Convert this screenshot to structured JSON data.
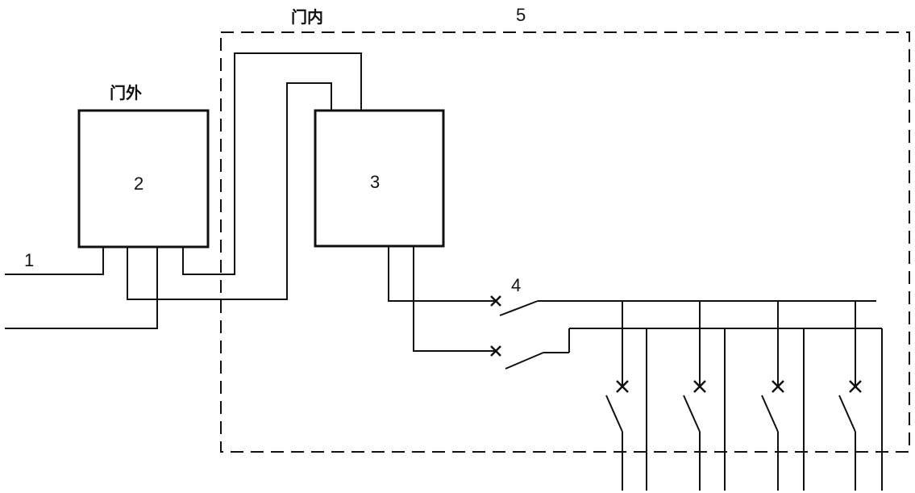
{
  "labels": {
    "inside_door": "门内",
    "outside_door": "门外",
    "enclosure_number": "5",
    "meter_number": "2",
    "breaker_box_number": "3",
    "switch_number": "4",
    "incoming_line_number": "1"
  }
}
